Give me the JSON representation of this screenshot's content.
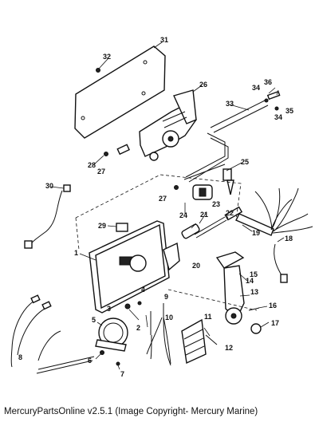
{
  "callouts": {
    "c1": "1",
    "c2": "2",
    "c3": "3",
    "c4": "4",
    "c5": "5",
    "c6": "6",
    "c7": "7",
    "c8": "8",
    "c9": "9",
    "c10": "10",
    "c11": "11",
    "c12": "12",
    "c13": "13",
    "c14": "14",
    "c15": "15",
    "c16": "16",
    "c17": "17",
    "c18": "18",
    "c19": "19",
    "c20": "20",
    "c21": "21",
    "c22": "22",
    "c23": "23",
    "c24": "24",
    "c25": "25",
    "c26": "26",
    "c27a": "27",
    "c27b": "27",
    "c28": "28",
    "c29": "29",
    "c30": "30",
    "c31": "31",
    "c32": "32",
    "c33": "33",
    "c34a": "34",
    "c34b": "34",
    "c35": "35",
    "c36": "36"
  },
  "footer": "MercuryPartsOnline v2.5.1 (Image Copyright- Mercury Marine)"
}
